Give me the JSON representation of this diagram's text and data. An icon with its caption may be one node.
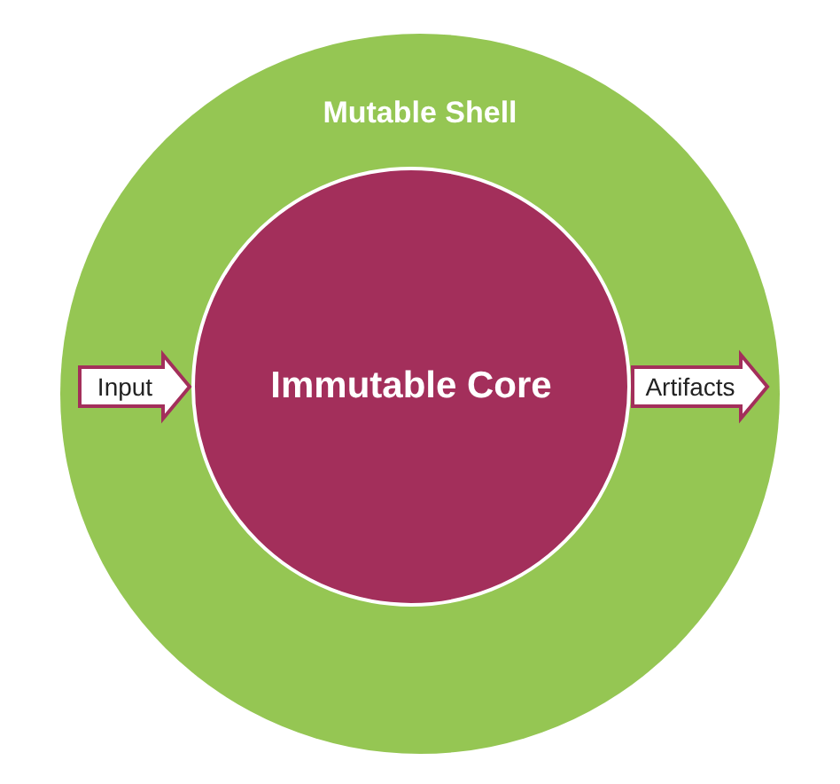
{
  "diagram": {
    "nodes": [
      {
        "text": [
          "Mutable Shell"
        ]
      },
      {
        "text": [
          "Immutable Core"
        ],
        "in": 0
      }
    ],
    "edges": [
      {
        "from": null,
        "to": 1,
        "arrow": "to",
        "label": "Input"
      },
      {
        "from": 1,
        "to": null,
        "arrow": "to",
        "label": "Artifacts"
      }
    ]
  }
}
